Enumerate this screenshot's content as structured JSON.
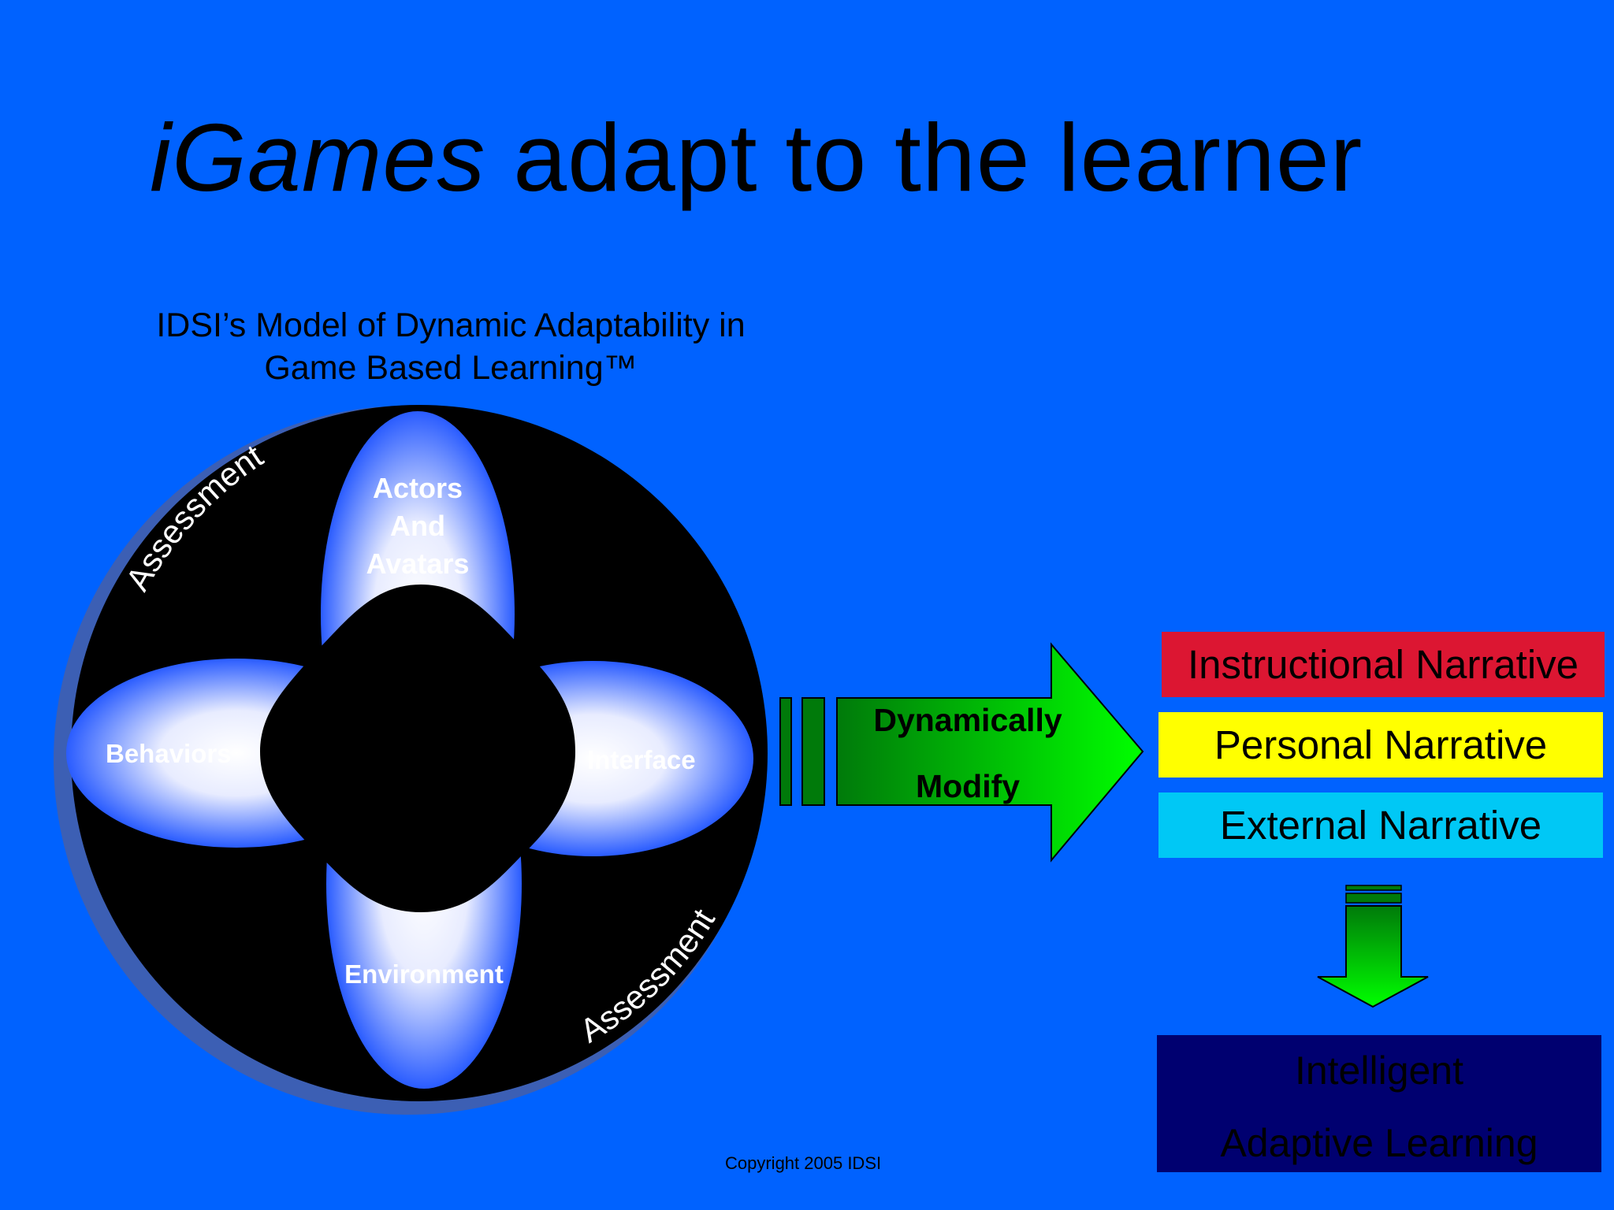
{
  "title": {
    "italic": "iGames",
    "rest": " adapt to the learner"
  },
  "subtitle": {
    "line1": "IDSI’s Model of Dynamic Adaptability in",
    "line2": "Game Based Learning™"
  },
  "model": {
    "ring_labels": [
      "Assessment",
      "Assessment"
    ],
    "petals": {
      "top": [
        "Actors",
        "And",
        "Avatars"
      ],
      "left": "Behaviors",
      "right": "Interface",
      "bottom": "Environment"
    }
  },
  "arrow": {
    "line1": "Dynamically",
    "line2": "Modify"
  },
  "narratives": [
    {
      "label": "Instructional Narrative",
      "color": "#dc1632"
    },
    {
      "label": "Personal Narrative",
      "color": "#ffff00"
    },
    {
      "label": "External Narrative",
      "color": "#00c8f5"
    }
  ],
  "outcome": {
    "line1": "Intelligent",
    "line2": "Adaptive Learning"
  },
  "copyright": "Copyright 2005 IDSI",
  "colors": {
    "background": "#0062ff",
    "arrow_green": "#00e600",
    "outcome_box": "#000070"
  }
}
